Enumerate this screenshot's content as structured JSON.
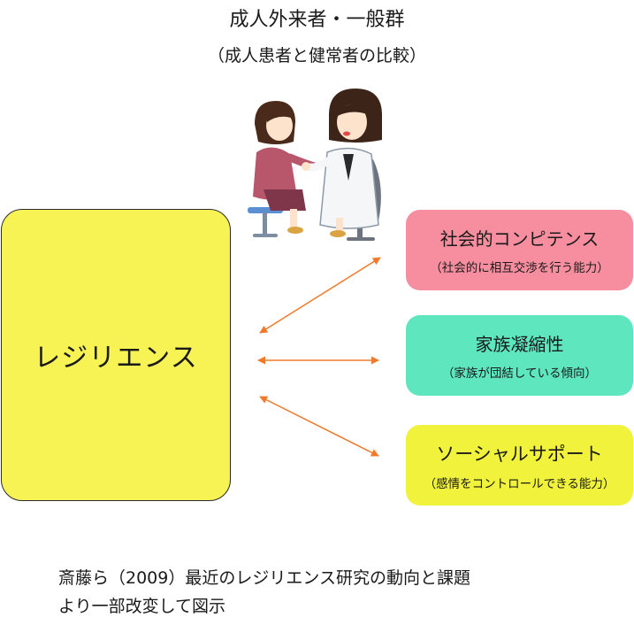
{
  "header": {
    "title": "成人外来者・一般群",
    "subtitle": "（成人患者と健常者の比較）"
  },
  "main_box": {
    "label": "レジリエンス",
    "color": "#f7f354"
  },
  "factors": [
    {
      "title": "社会的コンピテンス",
      "subtitle": "（社会的に相互交渉を行う能力）",
      "color": "#f68ea0"
    },
    {
      "title": "家族凝縮性",
      "subtitle": "（家族が団結している傾向）",
      "color": "#5ee6bf"
    },
    {
      "title": "ソーシャルサポート",
      "subtitle": "（感情をコントロールできる能力）",
      "color": "#f1f23c"
    }
  ],
  "arrow_color": "#f07a2a",
  "illustration": {
    "icon": "patient-doctor-consultation-icon"
  },
  "citation": {
    "line1": "斎藤ら（2009）最近のレジリエンス研究の動向と課題",
    "line2": "より一部改変して図示"
  }
}
